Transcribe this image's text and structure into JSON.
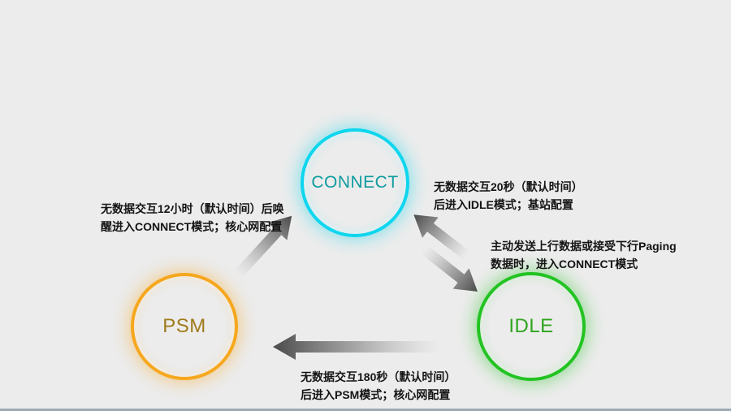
{
  "canvas": {
    "background_color": "#ececec",
    "bottom_bar_color": "#9fabb1"
  },
  "states": {
    "connect": {
      "label": "CONNECT",
      "ring_color": "#0ed6ee",
      "label_color": "#0f9b9e"
    },
    "psm": {
      "label": "PSM",
      "ring_color": "#f6a71d",
      "label_color": "#9e7a1a"
    },
    "idle": {
      "label": "IDLE",
      "ring_color": "#22c322",
      "label_color": "#2fa51f"
    }
  },
  "transitions": {
    "connect_to_idle": {
      "line1": "无数据交互20秒（默认时间）",
      "line2": "后进入IDLE模式；基站配置"
    },
    "idle_to_connect": {
      "line1": "主动发送上行数据或接受下行Paging",
      "line2": "数据时，进入CONNECT模式"
    },
    "idle_to_psm": {
      "line1": "无数据交互180秒（默认时间）",
      "line2": "后进入PSM模式；核心网配置"
    },
    "psm_to_connect": {
      "line1": "无数据交互12小时（默认时间）后唤",
      "line2": "醒进入CONNECT模式；核心网配置"
    }
  },
  "arrows": {
    "head_color": "#4a4a4a",
    "mid_color": "#9b9b9b",
    "tail_color": "#ececec"
  }
}
